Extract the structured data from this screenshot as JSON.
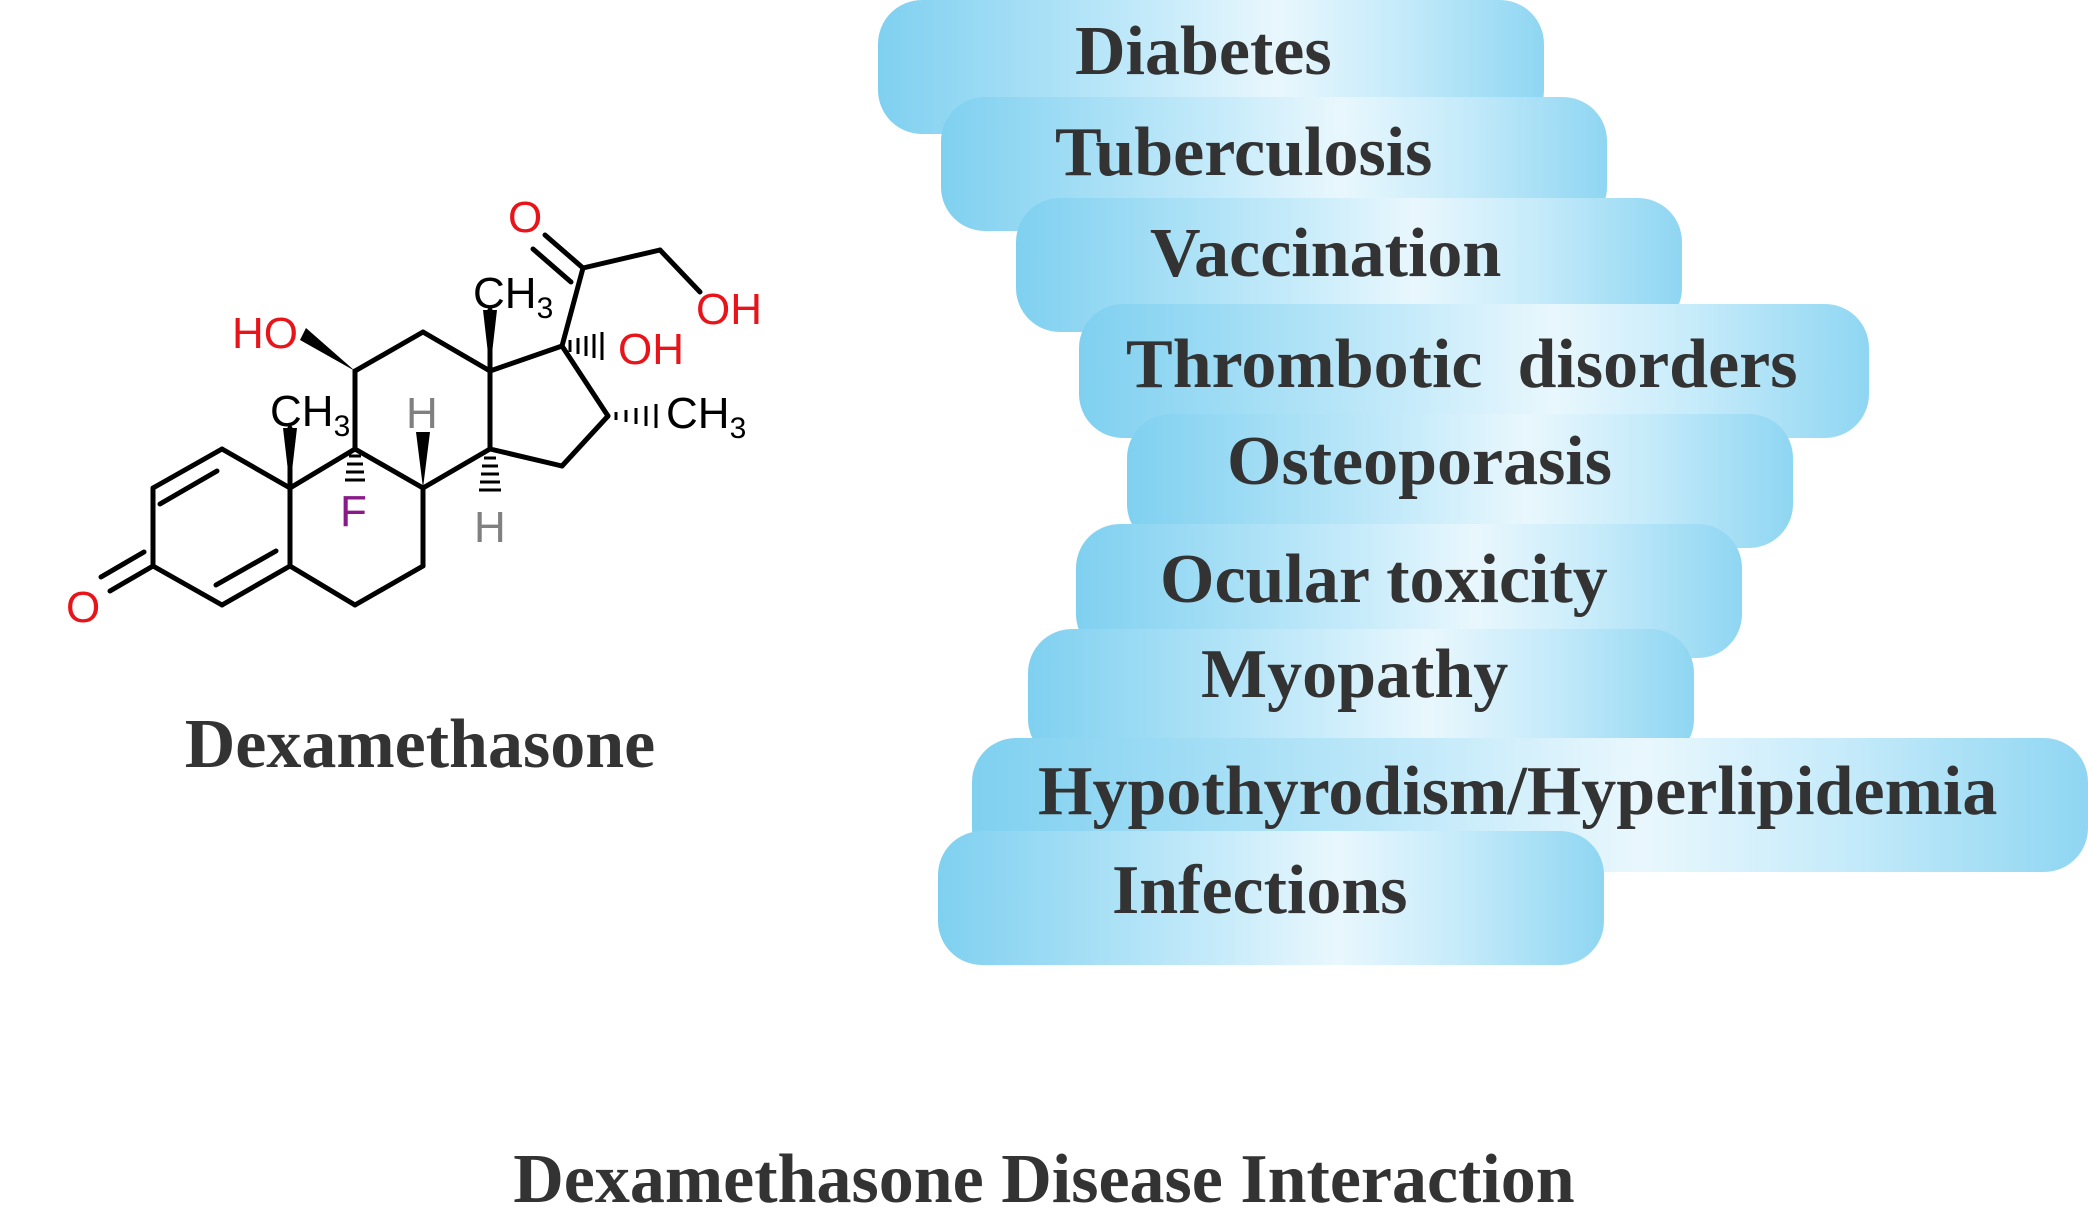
{
  "molecule": {
    "name": "Dexamethasone",
    "atoms": {
      "ketone_o": "O",
      "c17_side_o": "O",
      "hydroxyl_11": "HO",
      "hydroxyl_17": "OH",
      "hydroxyl_21": "OH",
      "methyl_10": "CH",
      "methyl_13": "CH",
      "methyl_16": "CH",
      "methyl_subscript": "3",
      "fluoro_9": "F",
      "hydrogen_8": "H",
      "hydrogen_14": "H"
    },
    "colors": {
      "bond": "#000000",
      "oxygen": "#e8141a",
      "fluorine": "#8a1a8a",
      "hydrogen": "#808080"
    }
  },
  "interactions": [
    "Diabetes",
    "Tuberculosis",
    "Vaccination",
    "Thrombotic  disorders",
    "Osteoporasis",
    "Ocular toxicity",
    "Myopathy",
    "Hypothyrodism/Hyperlipidemia",
    "Infections"
  ],
  "title": "Dexamethasone Disease Interaction",
  "colors": {
    "pill_edge": "#7fd0f0",
    "pill_center": "#e9f7fd",
    "text": "#333333"
  }
}
